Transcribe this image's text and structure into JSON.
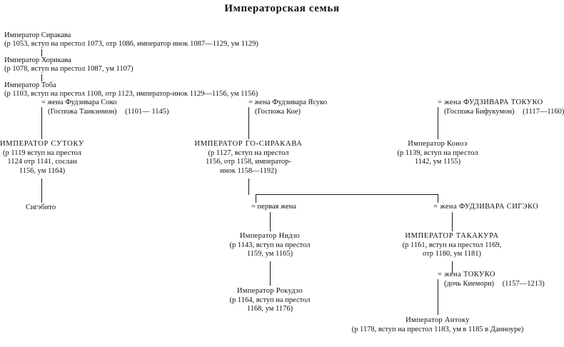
{
  "title": "Императорская семья",
  "lineage": [
    {
      "name": "Император Сиракава",
      "details": "(р  1053, вступ  на престол 1073, отр  1086, император инок 1087—1129, ум  1129)"
    },
    {
      "name": "Император Хорикава",
      "details": "(р 1078, вступ на престол 1087, ум  1107)"
    },
    {
      "name": "Император Тоба",
      "details": "(р  1103, вступ  на престол 1108, отр  1123, император-инок 1129—1156, ум  1156)"
    }
  ],
  "wives_row1": [
    {
      "marriage_mark": "=",
      "name": "жена Фудзивара Соко",
      "alias": "(Госпожа Таикэнмон)",
      "years": "(1101— 1145)"
    },
    {
      "marriage_mark": "=",
      "name": "жена Фудзивара Ясуко",
      "alias": "(Госпожа Кое)",
      "years": ""
    },
    {
      "marriage_mark": "=",
      "name": "жена ФУДЗИВАРА ТОКУКО",
      "alias": "(Госпожа Бифукумон)",
      "years": "(1117—1160)"
    }
  ],
  "emperors_row1": [
    {
      "name": "ИМПЕРАТОР СУТОКУ",
      "details_lines": [
        "(р 1119  вступ  на престол",
        "1124  отр  1141, сослан",
        "1156, ум  1164)"
      ]
    },
    {
      "name": "ИМПЕРАТОР ГО-СИРАКАВА",
      "details_lines": [
        "(р  1127, вступ  на престол",
        "1156, отр  1158, император-",
        "инок 1158—1192)"
      ]
    },
    {
      "name": "Император Коноэ",
      "details_lines": [
        "(р  1139, вступ  на престол",
        "1142, ум  1155)"
      ]
    }
  ],
  "child_sigebito": {
    "name": "Сигэбито"
  },
  "wives_row2": [
    {
      "marriage_mark": "=",
      "name": "первая жена"
    },
    {
      "marriage_mark": "=",
      "name": "жена ФУДЗИВАРА СИГЭКО"
    }
  ],
  "emperor_nidzo": {
    "name": "Император Нидзо",
    "details_lines": [
      "(р  1143, вступ  на престол",
      "1159, ум  1165)"
    ]
  },
  "emperor_takakura": {
    "name": "ИМПЕРАТОР ТАКАКУРА",
    "details_lines": [
      "(р  1161, вступ  на престол 1169,",
      "отр  1180, ум  1181)"
    ]
  },
  "emperor_rokudzo": {
    "name": "Император Рокудзо",
    "details_lines": [
      "(р  1164, вступ  на престол",
      "1168, ум  1176)"
    ]
  },
  "wife_tokuko": {
    "marriage_mark": "=",
    "name": "жена ТОКУКО",
    "alias": "(дочь Киемори)",
    "years": "(1157—1213)"
  },
  "emperor_antoku": {
    "name": "Император Антоку",
    "details_lines": [
      "(р  1178, вступ  на престол 1183, ум  в 1185 в Данноуре)"
    ]
  },
  "colors": {
    "ink": "#111111",
    "line": "#1a1a1a",
    "background": "#ffffff"
  }
}
